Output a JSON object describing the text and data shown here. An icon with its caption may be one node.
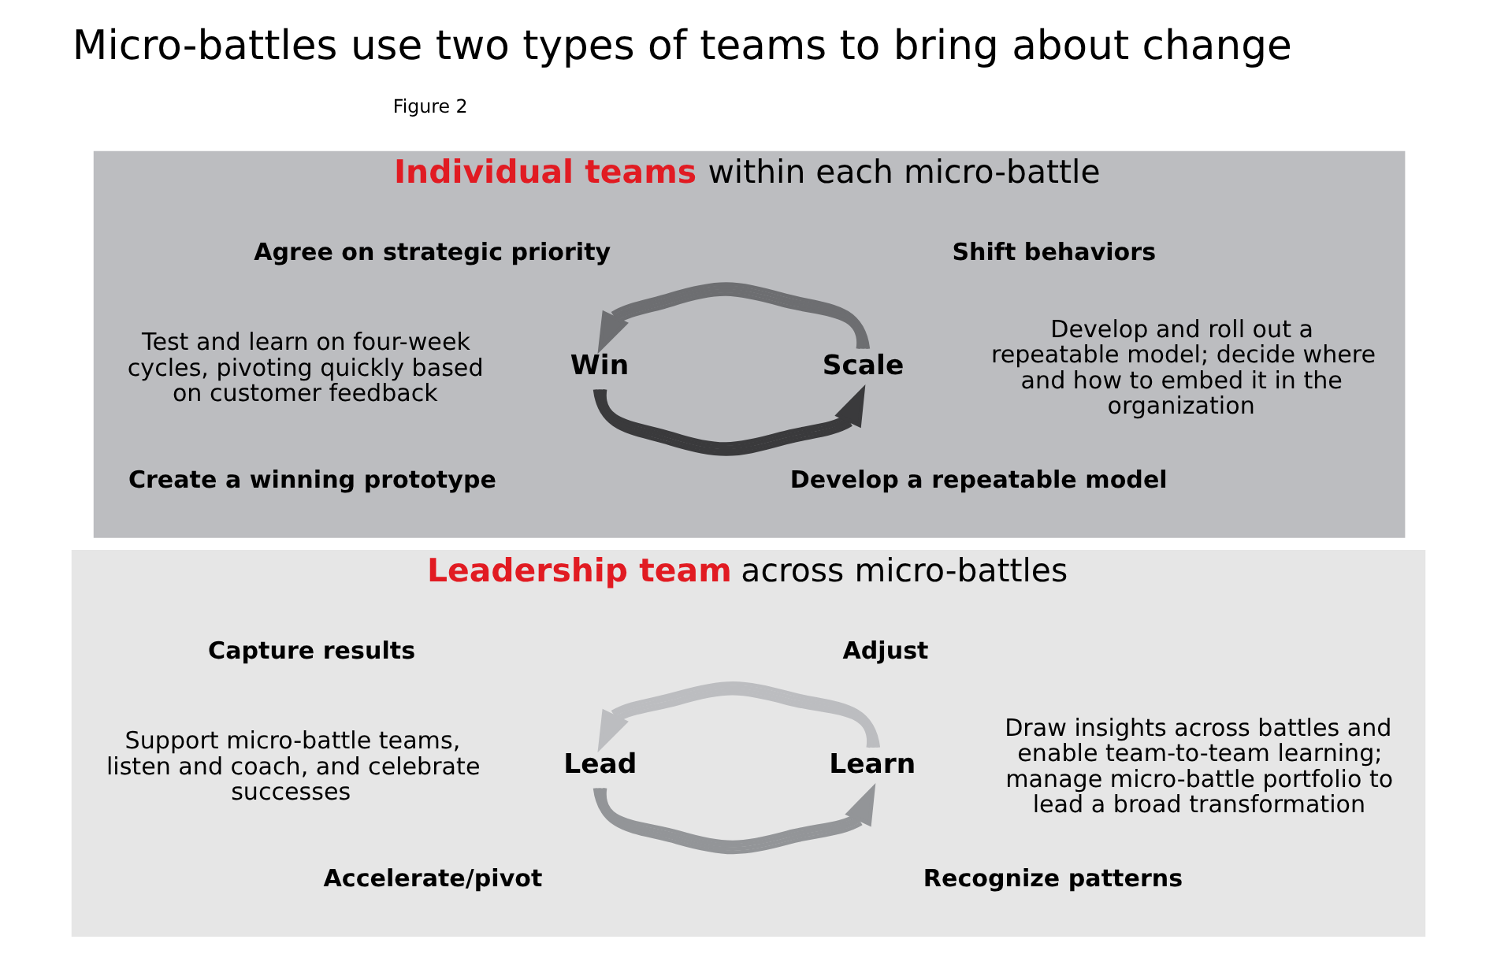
{
  "diagram": {
    "title": "Micro-battles use two types of teams to bring about change",
    "nodes": [
      {
        "text": [
          "**Individual teams** within each micro-battle"
        ]
      },
      {
        "text": [
          "Win"
        ],
        "in": 0
      },
      {
        "text": [
          "Scale"
        ],
        "in": 0
      },
      {
        "text": [
          "**Leadership team** across micro-battles"
        ]
      },
      {
        "text": [
          "Lead"
        ],
        "in": 3
      },
      {
        "text": [
          "Learn"
        ],
        "in": 3
      }
    ],
    "edges": [
      {
        "from": 1,
        "to": 2,
        "arrow": "to",
        "color": "#3a3a3c"
      },
      {
        "from": 2,
        "to": 1,
        "arrow": "to",
        "color": "#6d6e71"
      },
      {
        "from": 4,
        "to": 5,
        "arrow": "to",
        "color": "#939598"
      },
      {
        "from": 5,
        "to": 4,
        "arrow": "to",
        "color": "#bcbdc0"
      }
    ],
    "labels": [
      "Figure 2",
      "Agree on strategic priority",
      "Test and learn on four-week cycles, pivoting quickly based on customer feedback",
      "Create a winning prototype",
      "Shift behaviors",
      "Develop and roll out a repeatable model; decide where and how to embed it in the organization",
      "Develop a repeatable model",
      "Capture results",
      "Support micro-battle teams, listen and coach, and celebrate successes",
      "Accelerate/pivot",
      "Adjust",
      "Draw insights across battles and enable team-to-team learning; manage micro-battle portfolio to lead a broad transformation",
      "Recognize patterns"
    ]
  }
}
